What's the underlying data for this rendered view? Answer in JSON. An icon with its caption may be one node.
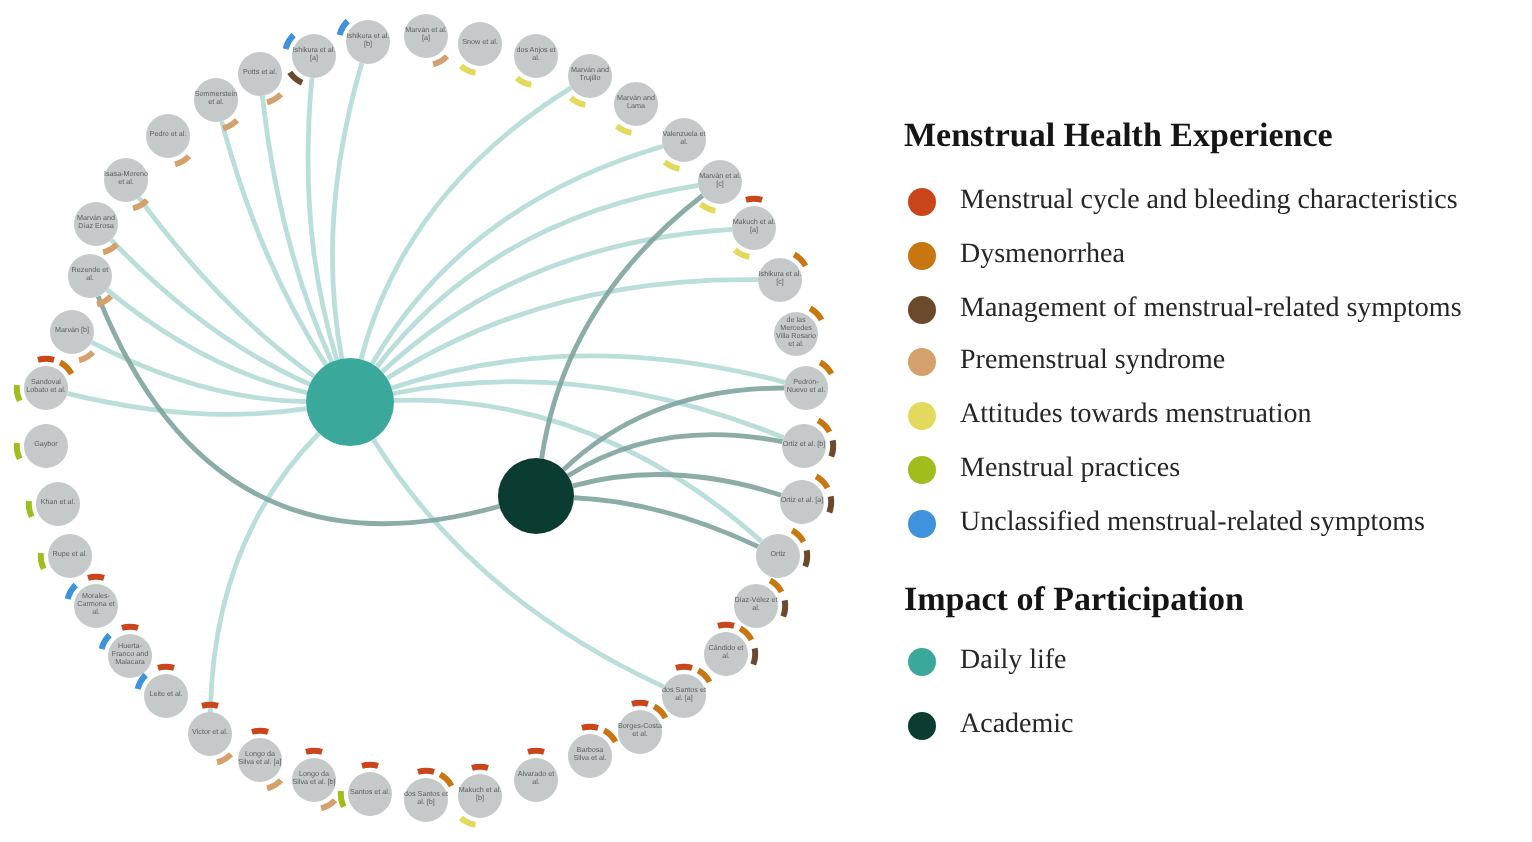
{
  "diagram": {
    "nodes": [
      {
        "text": [
          "Marván et al. [a]"
        ]
      },
      {
        "text": [
          "Snow et al."
        ]
      },
      {
        "text": [
          "dos Anjos et al."
        ]
      },
      {
        "text": [
          "Marván and Trujillo"
        ]
      },
      {
        "text": [
          "Marván and Lama"
        ]
      },
      {
        "text": [
          "Valenzuela et al."
        ]
      },
      {
        "text": [
          "Marván et al. [c]"
        ]
      },
      {
        "text": [
          "Makuch et al. [a]"
        ]
      },
      {
        "text": [
          "Ishikura et al. [c]"
        ]
      },
      {
        "text": [
          "de las Mercedes Villa Rosario et al."
        ]
      },
      {
        "text": [
          "Pedrón-Nuevo et al."
        ]
      },
      {
        "text": [
          "Ortiz et al. [b]"
        ]
      },
      {
        "text": [
          "Ortiz et al. [a]"
        ]
      },
      {
        "text": [
          "Ortiz"
        ]
      },
      {
        "text": [
          "Díaz-Vélez et al."
        ]
      },
      {
        "text": [
          "Cândido et al."
        ]
      },
      {
        "text": [
          "dos Santos et al. [a]"
        ]
      },
      {
        "text": [
          "Borges-Costa et al."
        ]
      },
      {
        "text": [
          "Barbosa Silva et al."
        ]
      },
      {
        "text": [
          "Alvarado et al."
        ]
      },
      {
        "text": [
          "Makuch et al. [b]"
        ]
      },
      {
        "text": [
          "dos Santos et al. [b]"
        ]
      },
      {
        "text": [
          "Santos et al."
        ]
      },
      {
        "text": [
          "Longo da Silva et al. [b]"
        ]
      },
      {
        "text": [
          "Longo da Silva et al. [a]"
        ]
      },
      {
        "text": [
          "Victor et al."
        ]
      },
      {
        "text": [
          "Leite et al."
        ]
      },
      {
        "text": [
          "Huerta-Franco and Malacara"
        ]
      },
      {
        "text": [
          "Morales-Carmona et al."
        ]
      },
      {
        "text": [
          "Rupe et al."
        ]
      },
      {
        "text": [
          "Khan et al."
        ]
      },
      {
        "text": [
          "Gaybor"
        ]
      },
      {
        "text": [
          "Sandoval Lobato et al."
        ]
      },
      {
        "text": [
          "Marván [b]"
        ]
      },
      {
        "text": [
          "Rezende et al."
        ]
      },
      {
        "text": [
          "Marván and Díaz Erosa"
        ]
      },
      {
        "text": [
          "Isasa-Moreno et al."
        ]
      },
      {
        "text": [
          "Pedro et al."
        ]
      },
      {
        "text": [
          "Sommerstein et al."
        ]
      },
      {
        "text": [
          "Potts et al."
        ]
      },
      {
        "text": [
          "Ishikura et al. [a]"
        ]
      },
      {
        "text": [
          "Ishikura et al. [b]"
        ]
      },
      {
        "text": [],
        "shape": "circle"
      },
      {
        "text": [],
        "shape": "circle"
      }
    ],
    "edges": [
      {
        "from": 38,
        "to": 42,
        "arrow": "none"
      },
      {
        "from": 39,
        "to": 42,
        "arrow": "none"
      },
      {
        "from": 40,
        "to": 42,
        "arrow": "none"
      },
      {
        "from": 41,
        "to": 42,
        "arrow": "none"
      },
      {
        "from": 36,
        "to": 42,
        "arrow": "none"
      },
      {
        "from": 35,
        "to": 42,
        "arrow": "none"
      },
      {
        "from": 3,
        "to": 42,
        "arrow": "none"
      },
      {
        "from": 5,
        "to": 42,
        "arrow": "none"
      },
      {
        "from": 6,
        "to": 42,
        "arrow": "none"
      },
      {
        "from": 7,
        "to": 42,
        "arrow": "none"
      },
      {
        "from": 8,
        "to": 42,
        "arrow": "none"
      },
      {
        "from": 10,
        "to": 42,
        "arrow": "none"
      },
      {
        "from": 11,
        "to": 42,
        "arrow": "none"
      },
      {
        "from": 13,
        "to": 42,
        "arrow": "none"
      },
      {
        "from": 16,
        "to": 42,
        "arrow": "none"
      },
      {
        "from": 25,
        "to": 42,
        "arrow": "none"
      },
      {
        "from": 32,
        "to": 42,
        "arrow": "none"
      },
      {
        "from": 33,
        "to": 42,
        "arrow": "none"
      },
      {
        "from": 34,
        "to": 42,
        "arrow": "none"
      },
      {
        "from": 6,
        "to": 43,
        "arrow": "none",
        "color": "#7fa39e"
      },
      {
        "from": 10,
        "to": 43,
        "arrow": "none",
        "color": "#7fa39e"
      },
      {
        "from": 11,
        "to": 43,
        "arrow": "none",
        "color": "#7fa39e"
      },
      {
        "from": 12,
        "to": 43,
        "arrow": "none",
        "color": "#7fa39e"
      },
      {
        "from": 13,
        "to": 43,
        "arrow": "none",
        "color": "#7fa39e"
      },
      {
        "from": 34,
        "to": 43,
        "arrow": "none",
        "color": "#7fa39e"
      }
    ],
    "labels": [
      "Menstrual Health Experience",
      "Impact of Participation"
    ],
    "legend": [
      {
        "text": "Menstrual cycle and bleeding characteristics",
        "color": "#c9461c"
      },
      {
        "text": "Dysmenorrhea",
        "color": "#c8760f"
      },
      {
        "text": "Management of menstrual-related symptoms",
        "color": "#6b4a2c"
      },
      {
        "text": "Premenstrual syndrome",
        "color": "#d4a06c"
      },
      {
        "text": "Attitudes towards menstruation",
        "color": "#e3d95c"
      },
      {
        "text": "Menstrual practices",
        "color": "#a0bd1e"
      },
      {
        "text": "Unclassified menstrual-related symptoms",
        "color": "#3e93dc"
      },
      {
        "text": "Daily life",
        "color": "#3aa99b"
      },
      {
        "text": "Academic",
        "color": "#0b3c31"
      }
    ]
  }
}
